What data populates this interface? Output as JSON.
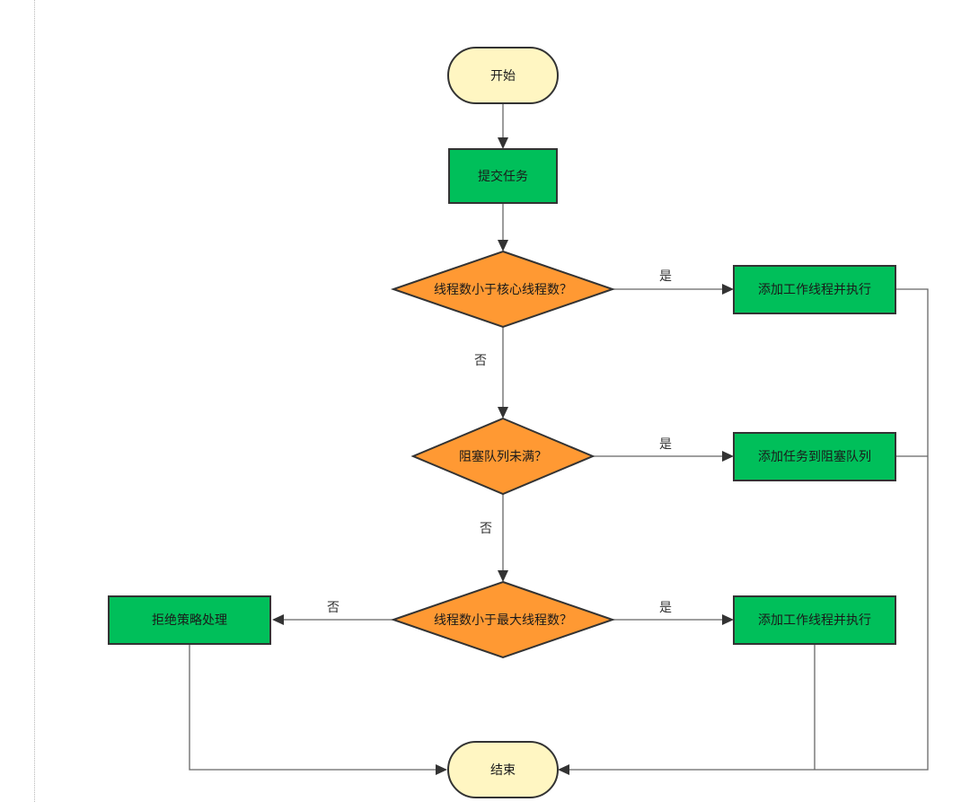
{
  "colors": {
    "terminal_fill": "#fff6c2",
    "process_fill": "#00bf5a",
    "decision_fill": "#ff9933",
    "stroke": "#333333",
    "line": "#666666"
  },
  "nodes": {
    "start": "开始",
    "submit_task": "提交任务",
    "decision_core": "线程数小于核心线程数？",
    "add_worker_core": "添加工作线程并执行",
    "decision_queue": "阻塞队列未满？",
    "add_to_queue": "添加任务到阻塞队列",
    "decision_max": "线程数小于最大线程数？",
    "add_worker_max": "添加工作线程并执行",
    "reject": "拒绝策略处理",
    "end": "结束"
  },
  "edge_labels": {
    "core_yes": "是",
    "core_no": "否",
    "queue_yes": "是",
    "queue_no": "否",
    "max_yes": "是",
    "max_no": "否"
  }
}
